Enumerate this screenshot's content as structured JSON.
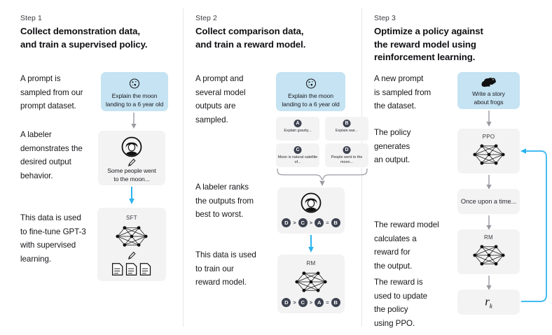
{
  "diagram": {
    "title": "RLHF three-step training diagram",
    "colors": {
      "prompt_box": "#c5e3f2",
      "neutral_box": "#f3f3f4",
      "accent_arrow": "#29b3f0",
      "gray_arrow": "#9a9aa2",
      "badge": "#3d4250",
      "divider": "#e7e7ea"
    }
  },
  "steps": [
    {
      "label": "Step 1",
      "title_line1": "Collect demonstration data,",
      "title_line2": "and train a supervised policy.",
      "paragraphs": [
        "A prompt is\nsampled from our\nprompt dataset.",
        "A labeler\ndemonstrates the\ndesired output\nbehavior.",
        "This data is used\nto fine-tune GPT-3\nwith supervised\nlearning."
      ],
      "nodes": {
        "prompt": {
          "icon": "moon-icon",
          "text_line1": "Explain the moon",
          "text_line2": "landing to a 6 year old"
        },
        "labeler": {
          "icon": "labeler-avatar-icon",
          "pencil": "pencil-icon",
          "text_line1": "Some people went",
          "text_line2": "to the moon..."
        },
        "model": {
          "caption": "SFT",
          "icon": "neural-network-icon",
          "pencil": "pencil-icon",
          "docs": "documents-icon"
        }
      }
    },
    {
      "label": "Step 2",
      "title_line1": "Collect comparison data,",
      "title_line2": "and train a reward model.",
      "paragraphs": [
        "A prompt and\nseveral model\noutputs are\nsampled.",
        "A labeler ranks\nthe outputs from\nbest to worst.",
        "This data is used\nto train our\nreward model."
      ],
      "nodes": {
        "prompt": {
          "icon": "moon-icon",
          "text_line1": "Explain the moon",
          "text_line2": "landing to a 6 year old"
        },
        "outputs": [
          {
            "badge": "A",
            "text": "Explain gravity..."
          },
          {
            "badge": "B",
            "text": "Explain war..."
          },
          {
            "badge": "C",
            "text": "Moon is natural satellite of..."
          },
          {
            "badge": "D",
            "text": "People went to the moon..."
          }
        ],
        "labeler": {
          "icon": "labeler-avatar-icon",
          "ranking": [
            "D",
            ">",
            "C",
            ">",
            "A",
            "=",
            "B"
          ]
        },
        "reward_model": {
          "caption": "RM",
          "icon": "neural-network-icon",
          "ranking": [
            "D",
            ">",
            "C",
            ">",
            "A",
            "=",
            "B"
          ]
        }
      }
    },
    {
      "label": "Step 3",
      "title_line1": "Optimize a policy against",
      "title_line2": "the reward model using",
      "title_line3": "reinforcement learning.",
      "paragraphs": [
        "A new prompt\nis sampled from\nthe dataset.",
        "The policy\ngenerates\nan output.",
        "The reward model\ncalculates a\nreward for\nthe output.",
        "The reward is\nused to update\nthe policy\nusing PPO."
      ],
      "nodes": {
        "prompt": {
          "icon": "frog-icon",
          "text_line1": "Write a story",
          "text_line2": "about frogs"
        },
        "policy": {
          "caption": "PPO",
          "icon": "neural-network-icon"
        },
        "output": {
          "text": "Once upon a time..."
        },
        "reward_model": {
          "caption": "RM",
          "icon": "neural-network-icon"
        },
        "reward": {
          "text": "r",
          "subscript": "k"
        }
      }
    }
  ]
}
